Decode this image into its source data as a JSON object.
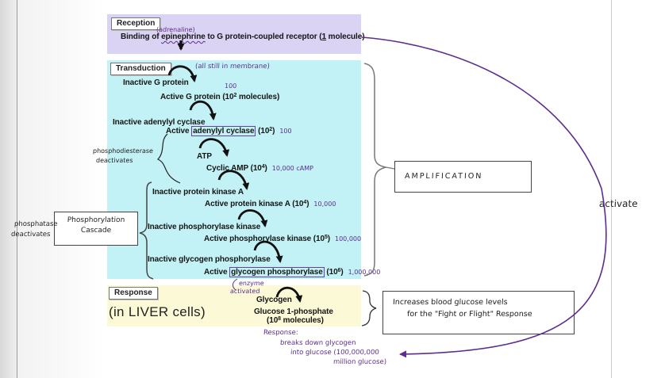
{
  "colors": {
    "reception_bg": "#dbd3f3",
    "transduction_bg": "#c2f2f5",
    "response_bg": "#fcf9d7",
    "purple_ink": "#5b2d8f",
    "black_ink": "#222222"
  },
  "reception": {
    "label": "Reception",
    "binding_pre": "Binding of ",
    "epinephrine": "epinephrine",
    "binding_mid": " to G protein-coupled receptor (",
    "molecule_count": "1",
    "binding_post": " molecule)",
    "adrenaline_note": "(adrenaline)"
  },
  "transduction": {
    "label": "Transduction",
    "membrane_note": "(all still in membrane)",
    "inactive_g_protein": "Inactive G protein",
    "g_protein_note": "100",
    "active_g_protein_pre": "Active G protein (10",
    "active_g_protein_sup": "2",
    "active_g_protein_post": " molecules)",
    "inactive_adenylyl_cyclase": "Inactive adenylyl cyclase",
    "active_adenylyl_pre": "Active ",
    "active_adenylyl_boxed": "adenylyl cyclase",
    "active_adenylyl_mid": " (10",
    "active_adenylyl_sup": "2",
    "active_adenylyl_post": ")",
    "adenylyl_note": "100",
    "atp": "ATP",
    "cyclic_amp_pre": "Cyclic AMP (10",
    "cyclic_amp_sup": "4",
    "cyclic_amp_post": ")",
    "cyclic_amp_note": "10,000  cAMP",
    "inactive_protein_kinase_a": "Inactive protein kinase A",
    "active_pka_pre": "Active protein kinase A (10",
    "active_pka_sup": "4",
    "active_pka_post": ")",
    "pka_note": "10,000",
    "inactive_phosphorylase_kinase": "Inactive phosphorylase kinase",
    "active_pk_pre": "Active phosphorylase kinase (10",
    "active_pk_sup": "5",
    "active_pk_post": ")",
    "pk_note": "100,000",
    "inactive_glycogen_phosphorylase": "Inactive glycogen phosphorylase",
    "active_gp_pre": "Active ",
    "active_gp_boxed": "glycogen phosphorylase",
    "active_gp_mid": " (10",
    "active_gp_sup": "6",
    "active_gp_post": ")",
    "gp_note": "1,000,000"
  },
  "response": {
    "label": "Response",
    "liver": "(in LIVER cells)",
    "glycogen": "Glycogen",
    "glucose": "Glucose 1-phosphate",
    "glucose_pre": "(10",
    "glucose_sup": "8",
    "glucose_post": " molecules)",
    "enzyme_note_line1": "enzyme",
    "enzyme_note_line2": "activated"
  },
  "notes": {
    "amplification": "AMPLIFICATION",
    "activate": "activate",
    "phosphodiesterase_line1": "phosphodiesterase",
    "phosphodiesterase_line2": "deactivates",
    "cascade_line1": "Phosphorylation",
    "cascade_line2": "Cascade",
    "phosphatase_line1": "phosphatase",
    "phosphatase_line2": "deactivates",
    "increases_line1": "Increases blood glucose levels",
    "increases_line2": "for the  \"Fight or Flight\" Response",
    "response_line1": "Response:",
    "response_line2": "breaks down glycogen",
    "response_line3": "into glucose  (100,000,000",
    "response_line4": "million glucose)"
  }
}
